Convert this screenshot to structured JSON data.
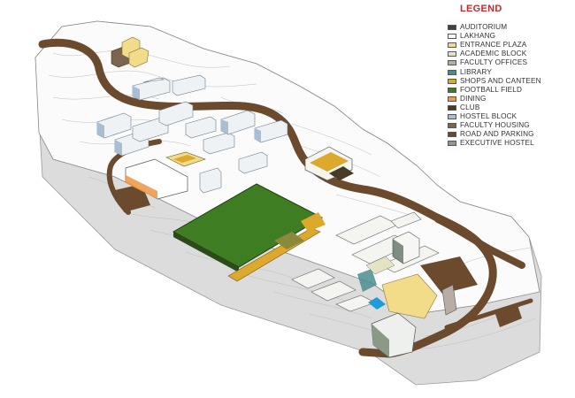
{
  "legend": {
    "title": "LEGEND",
    "items": [
      {
        "label": "AUDITORIUM",
        "color": "#2f4a36"
      },
      {
        "label": "LAKHANG",
        "color": "#f6f6f2"
      },
      {
        "label": "ENTRANCE PLAZA",
        "color": "#f2dc8a"
      },
      {
        "label": "ACADEMIC BLOCK",
        "color": "#e4e4c4"
      },
      {
        "label": "FACULTY OFFICES",
        "color": "#b9aca2"
      },
      {
        "label": "LIBRARY",
        "color": "#4a8c8f"
      },
      {
        "label": "SHOPS AND CANTEEN",
        "color": "#dca92c"
      },
      {
        "label": "FOOTBALL FIELD",
        "color": "#3f7d23"
      },
      {
        "label": "DINING",
        "color": "#ee9a4c"
      },
      {
        "label": "CLUB",
        "color": "#473a26"
      },
      {
        "label": "HOSTEL BLOCK",
        "color": "#a9bfd1"
      },
      {
        "label": "FACULTY HOUSING",
        "color": "#7c6450"
      },
      {
        "label": "ROAD AND PARKING",
        "color": "#6b4a2e"
      },
      {
        "label": "EXECUTIVE HOSTEL",
        "color": "#8a9a86"
      }
    ]
  }
}
